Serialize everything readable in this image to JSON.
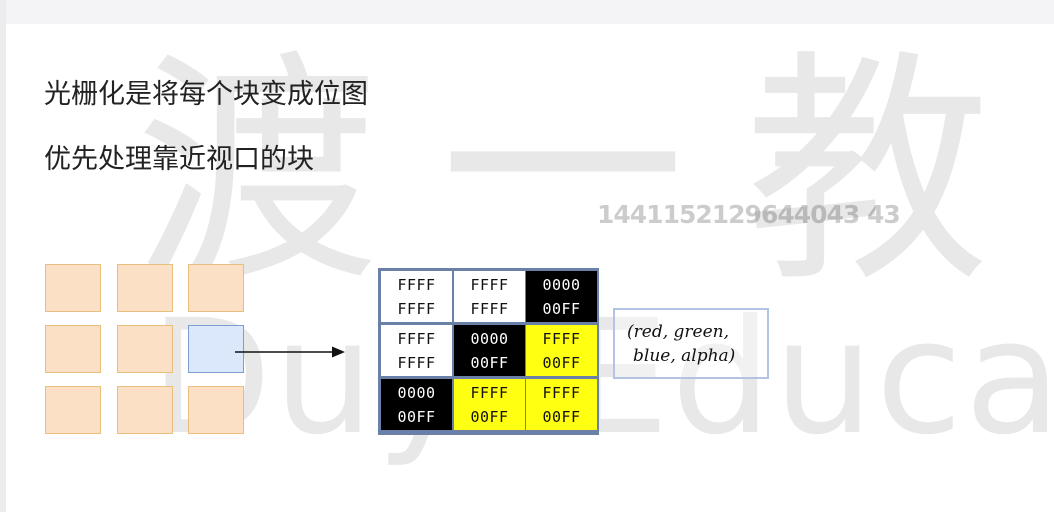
{
  "watermark": {
    "chinese": "渡一教育",
    "english": "Duyi Education",
    "number": "1441152129644043 43"
  },
  "lines": {
    "line1": "光栅化是将每个块变成位图",
    "line2": "优先处理靠近视口的块"
  },
  "tiles": {
    "rows": 3,
    "cols": 3,
    "selected": {
      "row": 1,
      "col": 2
    },
    "fill": "#fbe0c6",
    "selected_fill": "#dbe8fb"
  },
  "bitmap": {
    "rows": [
      [
        {
          "color": "white",
          "top": "FFFF",
          "bottom": "FFFF"
        },
        {
          "color": "white",
          "top": "FFFF",
          "bottom": "FFFF"
        },
        {
          "color": "black",
          "top": "0000",
          "bottom": "00FF"
        }
      ],
      [
        {
          "color": "white",
          "top": "FFFF",
          "bottom": "FFFF"
        },
        {
          "color": "black",
          "top": "0000",
          "bottom": "00FF"
        },
        {
          "color": "yellow",
          "top": "FFFF",
          "bottom": "00FF"
        }
      ],
      [
        {
          "color": "black",
          "top": "0000",
          "bottom": "00FF"
        },
        {
          "color": "yellow",
          "top": "FFFF",
          "bottom": "00FF"
        },
        {
          "color": "yellow",
          "top": "FFFF",
          "bottom": "00FF"
        }
      ]
    ]
  },
  "legend": {
    "line1": "(red, green,",
    "line2": "blue, alpha)"
  }
}
